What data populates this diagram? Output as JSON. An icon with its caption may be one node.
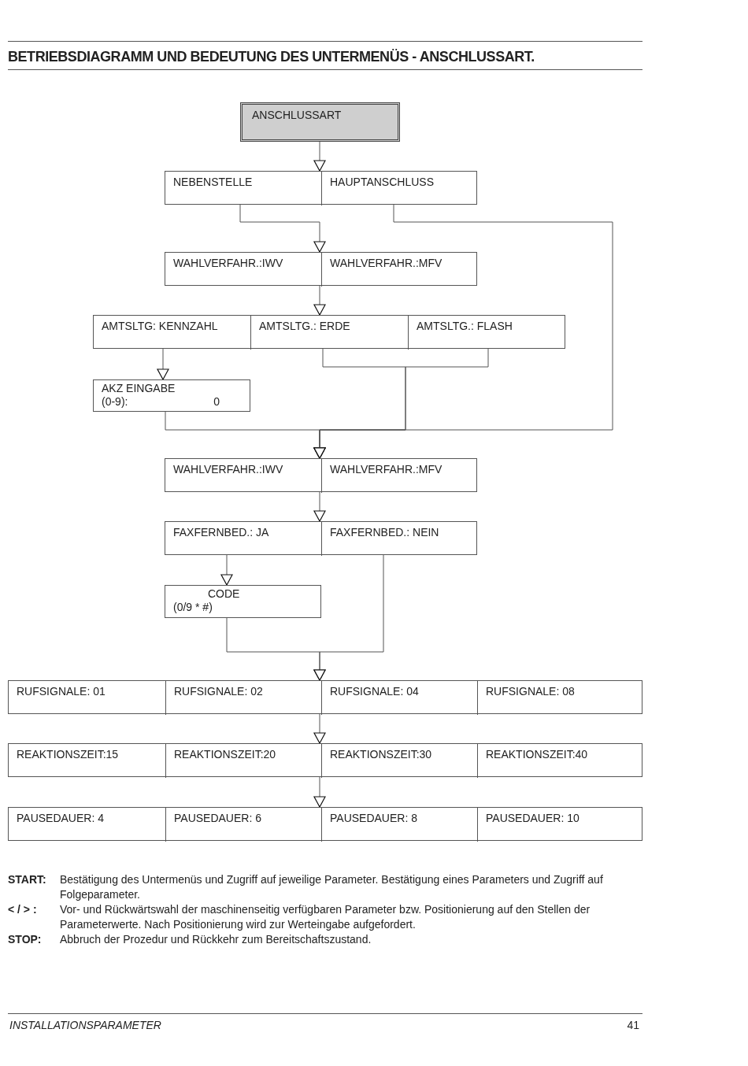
{
  "diagram": {
    "title": "BETRIEBSDIAGRAMM UND BEDEUTUNG DES UNTERMENÜS - ANSCHLUSSART.",
    "nodes": [
      {
        "text": [
          "ANSCHLUSSART"
        ]
      },
      {
        "text": [],
        "shape": "box"
      },
      {
        "text": [
          "NEBENSTELLE"
        ],
        "in": 1
      },
      {
        "text": [
          "HAUPTANSCHLUSS"
        ],
        "in": 1
      },
      {
        "text": [],
        "shape": "box"
      },
      {
        "text": [
          "WAHLVERFAHR.:IWV"
        ],
        "in": 4
      },
      {
        "text": [
          "WAHLVERFAHR.:MFV"
        ],
        "in": 4
      },
      {
        "text": [],
        "shape": "box"
      },
      {
        "text": [
          "AMTSLTG: KENNZAHL"
        ],
        "in": 7
      },
      {
        "text": [
          "AMTSLTG.: ERDE"
        ],
        "in": 7
      },
      {
        "text": [
          "AMTSLTG.: FLASH"
        ],
        "in": 7
      },
      {
        "text": [
          "AKZ EINGABE",
          "(0-9):",
          "0"
        ]
      },
      {
        "text": [],
        "shape": "box"
      },
      {
        "text": [
          "WAHLVERFAHR.:IWV"
        ],
        "in": 12
      },
      {
        "text": [
          "WAHLVERFAHR.:MFV"
        ],
        "in": 12
      },
      {
        "text": [],
        "shape": "box"
      },
      {
        "text": [
          "FAXFERNBED.: JA"
        ],
        "in": 15
      },
      {
        "text": [
          "FAXFERNBED.: NEIN"
        ],
        "in": 15
      },
      {
        "text": [
          "CODE",
          "(0/9 * #)"
        ]
      },
      {
        "text": [],
        "shape": "box"
      },
      {
        "text": [
          "RUFSIGNALE: 01"
        ],
        "in": 19
      },
      {
        "text": [
          "RUFSIGNALE: 02"
        ],
        "in": 19
      },
      {
        "text": [
          "RUFSIGNALE: 04"
        ],
        "in": 19
      },
      {
        "text": [
          "RUFSIGNALE: 08"
        ],
        "in": 19
      },
      {
        "text": [],
        "shape": "box"
      },
      {
        "text": [
          "REAKTIONSZEIT:15"
        ],
        "in": 24
      },
      {
        "text": [
          "REAKTIONSZEIT:20"
        ],
        "in": 24
      },
      {
        "text": [
          "REAKTIONSZEIT:30"
        ],
        "in": 24
      },
      {
        "text": [
          "REAKTIONSZEIT:40"
        ],
        "in": 24
      },
      {
        "text": [],
        "shape": "box"
      },
      {
        "text": [
          "PAUSEDAUER: 4"
        ],
        "in": 29
      },
      {
        "text": [
          "PAUSEDAUER: 6"
        ],
        "in": 29
      },
      {
        "text": [
          "PAUSEDAUER: 8"
        ],
        "in": 29
      },
      {
        "text": [
          "PAUSEDAUER: 10"
        ],
        "in": 29
      }
    ],
    "edges": [
      {
        "from": 0,
        "to": 1,
        "arrow": "to"
      },
      {
        "from": 2,
        "to": 4,
        "arrow": "to"
      },
      {
        "from": 4,
        "to": 7,
        "arrow": "to"
      },
      {
        "from": 3,
        "to": 12,
        "arrow": "to"
      },
      {
        "from": 8,
        "to": 11,
        "arrow": "to"
      },
      {
        "from": 9,
        "to": 12,
        "arrow": "to"
      },
      {
        "from": 10,
        "to": 12,
        "arrow": "to"
      },
      {
        "from": 11,
        "to": 12,
        "arrow": "to"
      },
      {
        "from": 12,
        "to": 15,
        "arrow": "to"
      },
      {
        "from": 16,
        "to": 18,
        "arrow": "to"
      },
      {
        "from": 17,
        "to": 19,
        "arrow": "to"
      },
      {
        "from": 18,
        "to": 19,
        "arrow": "to"
      },
      {
        "from": 19,
        "to": 24,
        "arrow": "to"
      },
      {
        "from": 24,
        "to": 29,
        "arrow": "to"
      }
    ],
    "labels": [
      "START:",
      "Bestätigung des Untermenüs und Zugriff auf jeweilige Parameter. Bestätigung eines Parameters und Zugriff auf Folgeparameter.",
      "< / > :",
      "Vor- und Rückwärtswahl der maschinenseitig verfügbaren Parameter bzw. Positionierung auf den Stellen der Parameterwerte. Nach Positionierung wird zur Werteingabe aufgefordert.",
      "STOP:",
      "Abbruch der Prozedur und Rückkehr zum Bereitschaftszustand.",
      "INSTALLATIONSPARAMETER",
      "41"
    ]
  }
}
